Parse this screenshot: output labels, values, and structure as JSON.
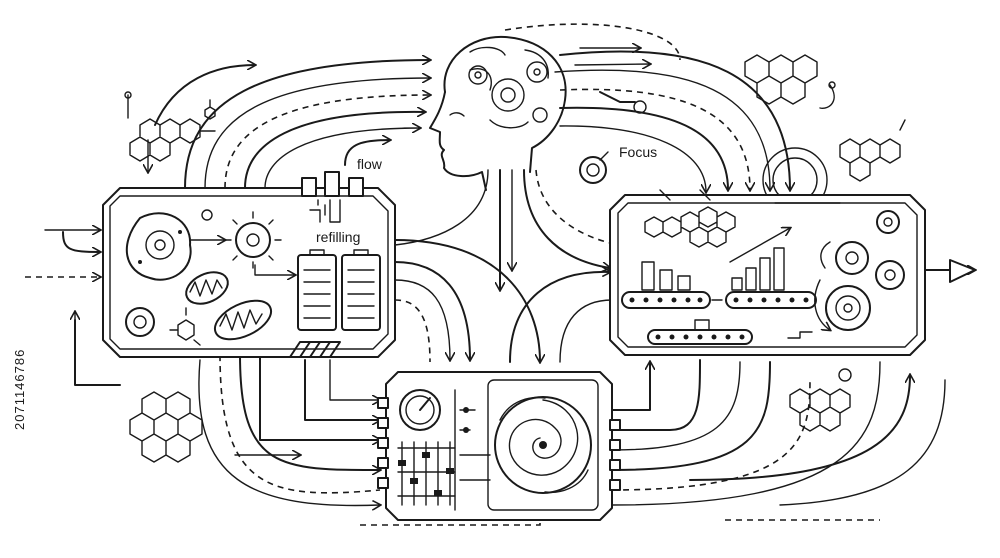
{
  "labels": {
    "flow": "flow",
    "refilling": "refilling",
    "focus": "Focus"
  },
  "stock_id": "2071146786"
}
